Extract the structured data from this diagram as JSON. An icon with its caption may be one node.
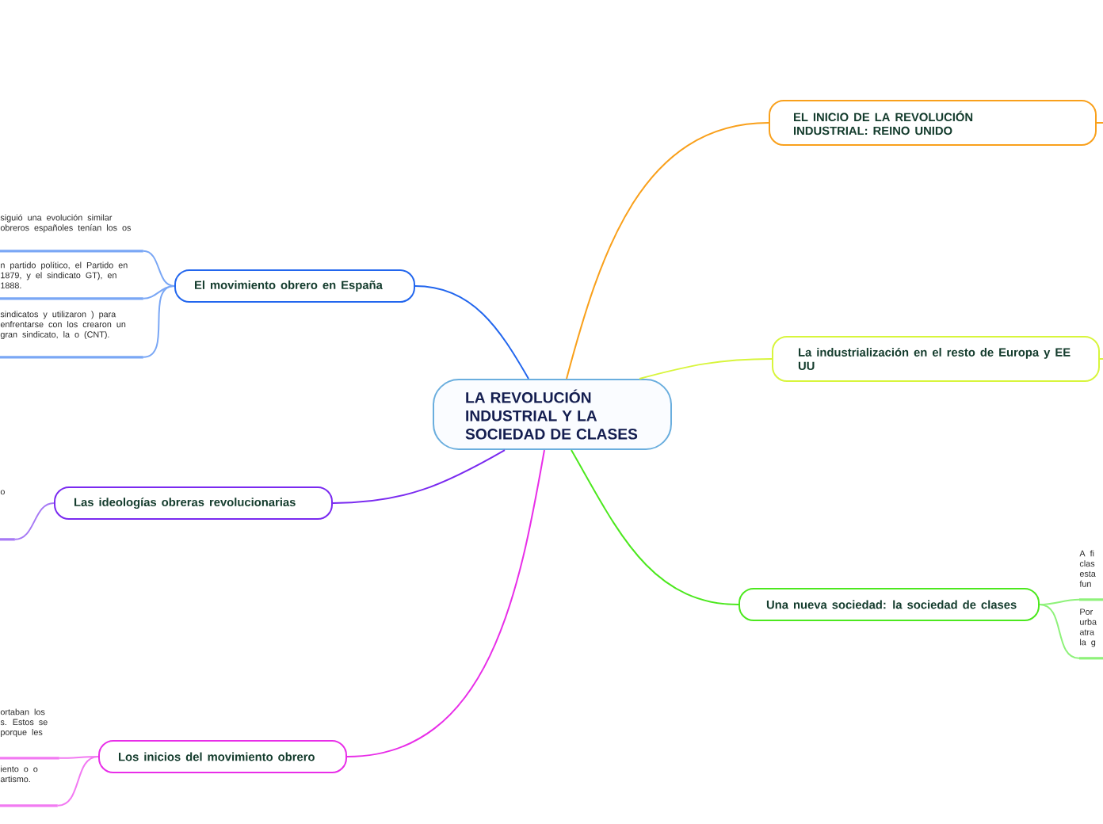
{
  "diagram": {
    "nodes": [
      {
        "text": [
          "LA REVOLUCIÓN INDUSTRIAL Y LA SOCIEDAD DE CLASES"
        ]
      },
      {
        "text": [
          "EL INICIO DE LA REVOLUCIÓN INDUSTRIAL: REINO UNIDO"
        ]
      },
      {
        "text": [
          "La industrialización en el resto de Europa y EE UU"
        ]
      },
      {
        "text": [
          "Una nueva sociedad: la sociedad de clases"
        ]
      },
      {
        "text": [
          "Los inicios del movimiento obrero"
        ]
      },
      {
        "text": [
          "Las ideologías obreras revolucionarias"
        ]
      },
      {
        "text": [
          "El movimiento obrero en España"
        ]
      },
      {
        "text": [
          "siguió una evolución similar obreros españoles tenían los os"
        ]
      },
      {
        "text": [
          "n partido político, el Partido en 1879, y el sindicato GT), en 1888."
        ]
      },
      {
        "text": [
          "sindicatos y utilizaron ) para enfrentarse con los crearon un gran sindicato, la o (CNT)."
        ]
      },
      {
        "text": [
          "o"
        ]
      },
      {
        "text": [
          "ortaban los s. Estos se porque les"
        ]
      },
      {
        "text": [
          "iento o o artismo."
        ]
      },
      {
        "text": [
          "A fi clas esta fun"
        ]
      },
      {
        "text": [
          "Por urba atra la g"
        ]
      }
    ],
    "edges": [
      {
        "from": 0,
        "to": 1,
        "arrow": "none",
        "color": "#f9a01b"
      },
      {
        "from": 0,
        "to": 2,
        "arrow": "none",
        "color": "#d8f53c"
      },
      {
        "from": 0,
        "to": 3,
        "arrow": "none",
        "color": "#4ce81e"
      },
      {
        "from": 0,
        "to": 4,
        "arrow": "none",
        "color": "#e82ee8"
      },
      {
        "from": 0,
        "to": 5,
        "arrow": "none",
        "color": "#7a2af0"
      },
      {
        "from": 0,
        "to": 6,
        "arrow": "none",
        "color": "#2266ee"
      },
      {
        "from": 6,
        "to": 7,
        "arrow": "none",
        "color": "#7aa7f5"
      },
      {
        "from": 6,
        "to": 8,
        "arrow": "none",
        "color": "#7aa7f5"
      },
      {
        "from": 6,
        "to": 9,
        "arrow": "none",
        "color": "#7aa7f5"
      },
      {
        "from": 5,
        "to": 10,
        "arrow": "none",
        "color": "#a77af5"
      },
      {
        "from": 4,
        "to": 11,
        "arrow": "none",
        "color": "#f27af2"
      },
      {
        "from": 4,
        "to": 12,
        "arrow": "none",
        "color": "#f27af2"
      },
      {
        "from": 3,
        "to": 13,
        "arrow": "none",
        "color": "#8ef27a"
      },
      {
        "from": 3,
        "to": 14,
        "arrow": "none",
        "color": "#8ef27a"
      },
      {
        "from": 1,
        "to": null,
        "arrow": "none",
        "color": "#f9a01b"
      },
      {
        "from": 2,
        "to": null,
        "arrow": "none",
        "color": "#d8f53c"
      }
    ]
  }
}
